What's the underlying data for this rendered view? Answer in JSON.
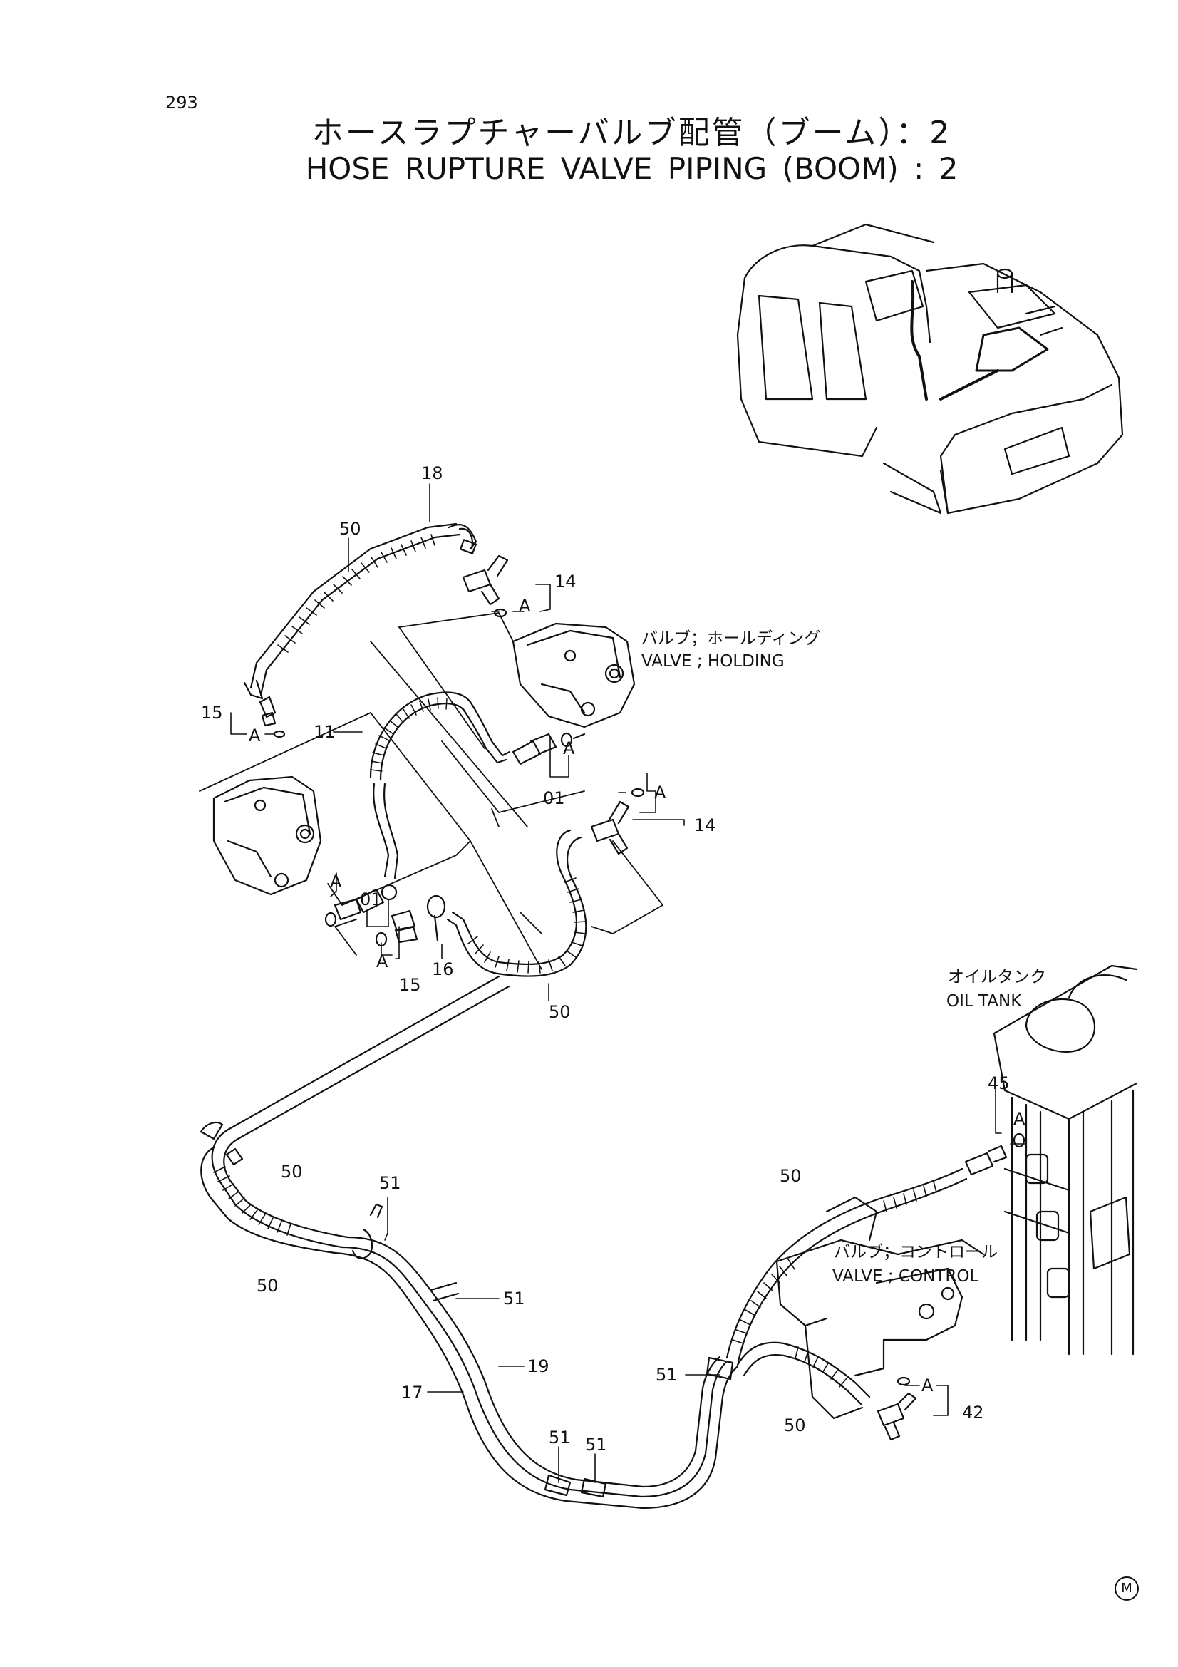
{
  "page_number": "293",
  "title_jp": "ホースラプチャーバルブ配管（ブーム）：2",
  "title_en": "HOSE  RUPTURE  VALVE  PIPING (BOOM) : 2",
  "captions": {
    "holding_jp": "バルブ；ホールディング",
    "holding_en": "VALVE ; HOLDING",
    "tank_jp": "オイルタンク",
    "tank_en": "OIL TANK",
    "control_jp": "バルブ；コントロール",
    "control_en": "VALVE ; CONTROL"
  },
  "part_labels": {
    "p18": "18",
    "p50a": "50",
    "p14a": "14",
    "pA_14a": "A",
    "p15a": "15",
    "pA_15a": "A",
    "p11": "11",
    "pA_01a": "A",
    "p01a": "01",
    "pA_14b": "A",
    "p14b": "14",
    "pA_01b": "A",
    "p01b": "01",
    "pA_15b": "A",
    "p15b": "15",
    "p16": "16",
    "p50b": "50",
    "p45": "45",
    "pA_45": "A",
    "p50c": "50",
    "p51a": "51",
    "p50d": "50",
    "p51b": "51",
    "p19": "19",
    "p17": "17",
    "p50e": "50",
    "p51c": "51",
    "p50f": "50",
    "pA_42": "A",
    "p42": "42",
    "p51d": "51",
    "p51e": "51"
  },
  "footer_mark": "M"
}
